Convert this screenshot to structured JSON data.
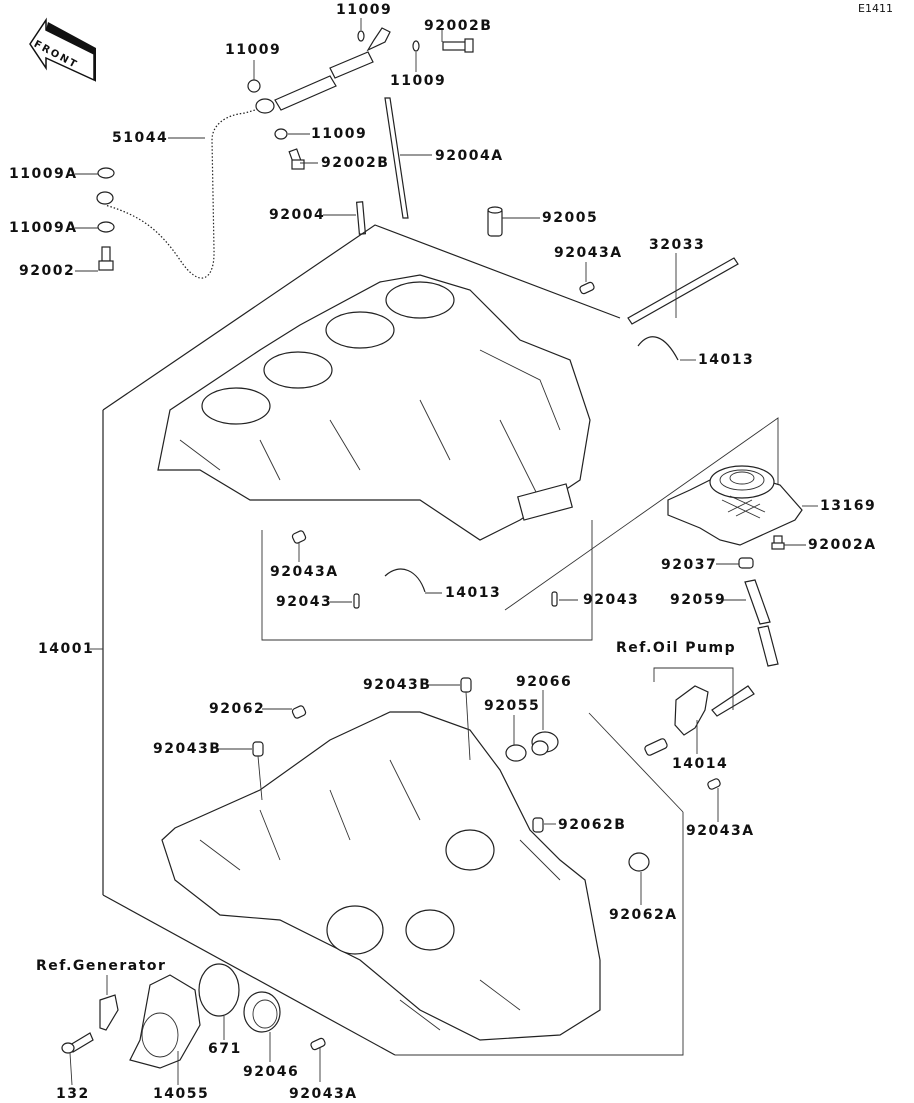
{
  "diagram": {
    "title": "Crankcase exploded parts diagram",
    "figure_code": "E1411",
    "front_indicator": "FRONT",
    "references": {
      "oil_pump": "Ref.Oil Pump",
      "generator": "Ref.Generator"
    },
    "labels": {
      "l11009_top": "11009",
      "l92002B_top": "92002B",
      "l11009_left": "11009",
      "l11009_right": "11009",
      "l51044": "51044",
      "l11009_mid": "11009",
      "l92002B_mid": "92002B",
      "l92004A": "92004A",
      "l11009A_1": "11009A",
      "l11009A_2": "11009A",
      "l92002": "92002",
      "l92004": "92004",
      "l92005": "92005",
      "l92043A_top": "92043A",
      "l32033": "32033",
      "l14013_right": "14013",
      "l13169": "13169",
      "l92002A": "92002A",
      "l92037": "92037",
      "l92043A_mid": "92043A",
      "l92043_left": "92043",
      "l14013_mid": "14013",
      "l92043_right": "92043",
      "l92059": "92059",
      "l14001": "14001",
      "l92043B_top": "92043B",
      "l92066": "92066",
      "l92062": "92062",
      "l92055": "92055",
      "l92043B_left": "92043B",
      "l14014": "14014",
      "l92062B": "92062B",
      "l92043A_right": "92043A",
      "l92062A": "92062A",
      "l671": "671",
      "l132": "132",
      "l14055": "14055",
      "l92046": "92046",
      "l92043A_bottom": "92043A"
    }
  }
}
